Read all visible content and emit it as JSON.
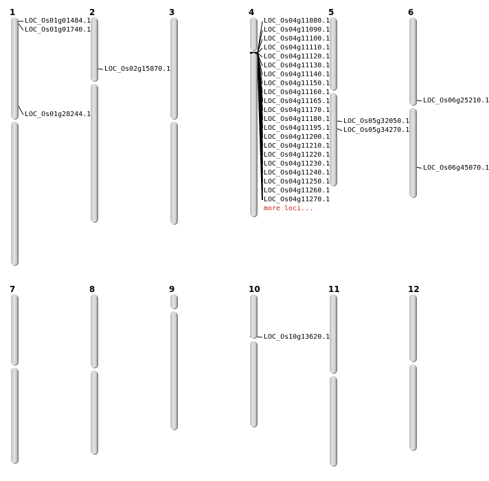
{
  "chromosomes": [
    {
      "name": "1",
      "loci": [
        "LOC_Os01g01484.1",
        "LOC_Os01g01740.1",
        "LOC_Os01g28244.1"
      ]
    },
    {
      "name": "2",
      "loci": [
        "LOC_Os02g15870.1"
      ]
    },
    {
      "name": "3",
      "loci": []
    },
    {
      "name": "4",
      "loci": [
        "LOC_Os04g11080.1",
        "LOC_Os04g11090.1",
        "LOC_Os04g11100.1",
        "LOC_Os04g11110.1",
        "LOC_Os04g11120.1",
        "LOC_Os04g11130.1",
        "LOC_Os04g11140.1",
        "LOC_Os04g11150.1",
        "LOC_Os04g11160.1",
        "LOC_Os04g11165.1",
        "LOC_Os04g11170.1",
        "LOC_Os04g11180.1",
        "LOC_Os04g11195.1",
        "LOC_Os04g11200.1",
        "LOC_Os04g11210.1",
        "LOC_Os04g11220.1",
        "LOC_Os04g11230.1",
        "LOC_Os04g11240.1",
        "LOC_Os04g11250.1",
        "LOC_Os04g11260.1",
        "LOC_Os04g11270.1"
      ],
      "more": "more loci..."
    },
    {
      "name": "5",
      "loci": [
        "LOC_Os05g32050.1",
        "LOC_Os05g34270.1"
      ]
    },
    {
      "name": "6",
      "loci": [
        "LOC_Os06g25210.1",
        "LOC_Os06g45070.1"
      ]
    },
    {
      "name": "7",
      "loci": []
    },
    {
      "name": "8",
      "loci": []
    },
    {
      "name": "9",
      "loci": []
    },
    {
      "name": "10",
      "loci": [
        "LOC_Os10g13620.1"
      ]
    },
    {
      "name": "11",
      "loci": []
    },
    {
      "name": "12",
      "loci": []
    }
  ],
  "colors": {
    "more_link": "#cc2222",
    "marker": "#000000"
  }
}
